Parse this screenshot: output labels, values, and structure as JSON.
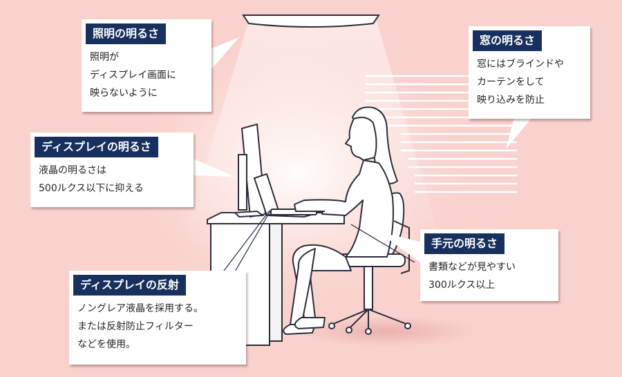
{
  "colors": {
    "background": "#f9d2cd",
    "header": "#18305e",
    "box": "#ffffff",
    "line": "#1f2a44"
  },
  "callouts": {
    "lighting": {
      "title": "照明の明るさ",
      "lines": [
        "照明が",
        "ディスプレイ画面に",
        "映らないように"
      ]
    },
    "window": {
      "title": "窓の明るさ",
      "lines": [
        "窓にはブラインドや",
        "カーテンをして",
        "映り込みを防止"
      ]
    },
    "display_brightness": {
      "title": "ディスプレイの明るさ",
      "lines": [
        "液晶の明るさは",
        "500ルクス以下に抑える"
      ]
    },
    "hand_brightness": {
      "title": "手元の明るさ",
      "lines": [
        "書類などが見やすい",
        "300ルクス以上"
      ]
    },
    "display_reflection": {
      "title": "ディスプレイの反射",
      "lines": [
        "ノングレア液晶を採用する。",
        "または反射防止フィルター",
        "などを使用。"
      ]
    }
  }
}
